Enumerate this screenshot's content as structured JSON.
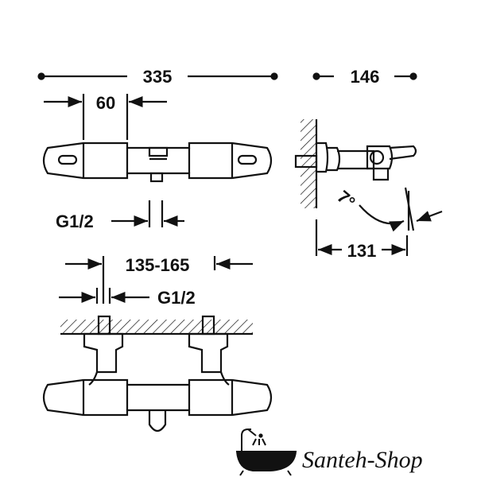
{
  "dimensions": {
    "overall_width": "335",
    "lever_width": "60",
    "inlet_thread_top": "G1/2",
    "overall_depth": "146",
    "angle": "7°",
    "projection": "131",
    "center_distance": "135-165",
    "inlet_thread_bottom": "G1/2"
  },
  "logo": {
    "text": "Santeh-Shop",
    "icon": "bathtub-shower-icon"
  }
}
